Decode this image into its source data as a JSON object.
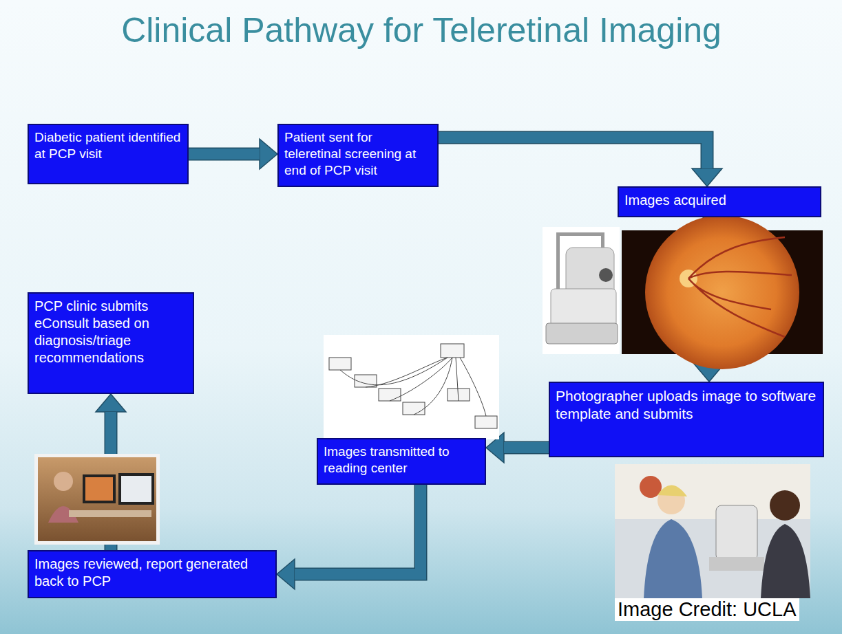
{
  "diagram": {
    "title": "Clinical Pathway for Teleretinal Imaging",
    "nodes": [
      {
        "text": [
          "Diabetic patient identified at PCP visit"
        ]
      },
      {
        "text": [
          "Patient sent for teleretinal screening at end of PCP visit"
        ]
      },
      {
        "text": [
          "Images acquired"
        ]
      },
      {
        "text": [
          "Photographer uploads image to software template and submits"
        ]
      },
      {
        "text": [
          "Images transmitted to reading center"
        ]
      },
      {
        "text": [
          "Images reviewed, report generated back to PCP"
        ]
      },
      {
        "text": [
          "PCP clinic submits eConsult based on diagnosis/triage recommendations"
        ]
      }
    ],
    "edges": [
      {
        "from": 0,
        "to": 1,
        "arrow": "to"
      },
      {
        "from": 1,
        "to": 2,
        "arrow": "to"
      },
      {
        "from": 2,
        "to": 3,
        "arrow": "to"
      },
      {
        "from": 3,
        "to": 4,
        "arrow": "to"
      },
      {
        "from": 4,
        "to": 5,
        "arrow": "to"
      },
      {
        "from": 5,
        "to": 6,
        "arrow": "to"
      }
    ],
    "labels": [
      "Image Credit: UCLA"
    ]
  }
}
